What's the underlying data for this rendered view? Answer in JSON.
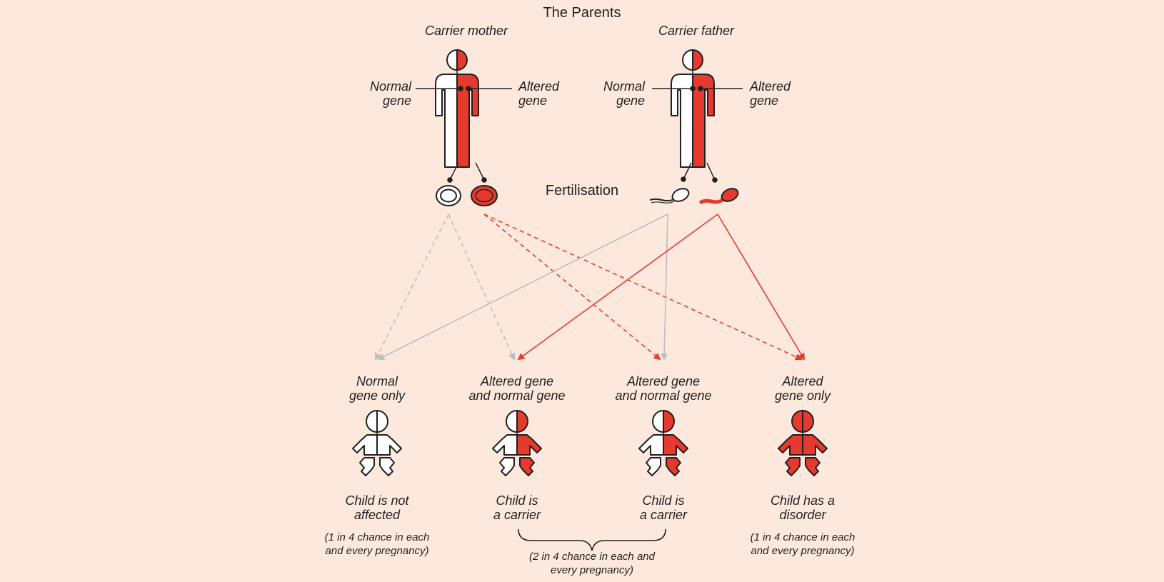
{
  "title": "The Parents",
  "fertilisation": "Fertilisation",
  "colors": {
    "background": "#fde8dd",
    "altered": "#e63a2e",
    "normal": "#ffffff",
    "outline": "#231f20",
    "normal_arrow": "#bdbdbd"
  },
  "mother": {
    "label": "Carrier mother",
    "normal_gene": [
      "Normal",
      "gene"
    ],
    "altered_gene": [
      "Altered",
      "gene"
    ]
  },
  "father": {
    "label": "Carrier father",
    "normal_gene": [
      "Normal",
      "gene"
    ],
    "altered_gene": [
      "Altered",
      "gene"
    ]
  },
  "outcomes": [
    {
      "genes": [
        "Normal",
        "gene only"
      ],
      "result": [
        "Child is not",
        "affected"
      ],
      "chance": [
        "(1 in 4 chance in each",
        "and every pregnancy)"
      ]
    },
    {
      "genes": [
        "Altered gene",
        "and normal gene"
      ],
      "result": [
        "Child is",
        "a carrier"
      ]
    },
    {
      "genes": [
        "Altered gene",
        "and normal gene"
      ],
      "result": [
        "Child is",
        "a carrier"
      ]
    },
    {
      "genes": [
        "Altered",
        "gene only"
      ],
      "result": [
        "Child has a",
        "disorder"
      ],
      "chance": [
        "(1 in 4 chance in each",
        "and every pregnancy)"
      ]
    }
  ],
  "carrier_chance": [
    "(2 in 4 chance in each and",
    "every pregnancy)"
  ],
  "icons": [
    "adult-figure-icon",
    "egg-cell-icon",
    "sperm-cell-icon",
    "baby-figure-icon"
  ]
}
